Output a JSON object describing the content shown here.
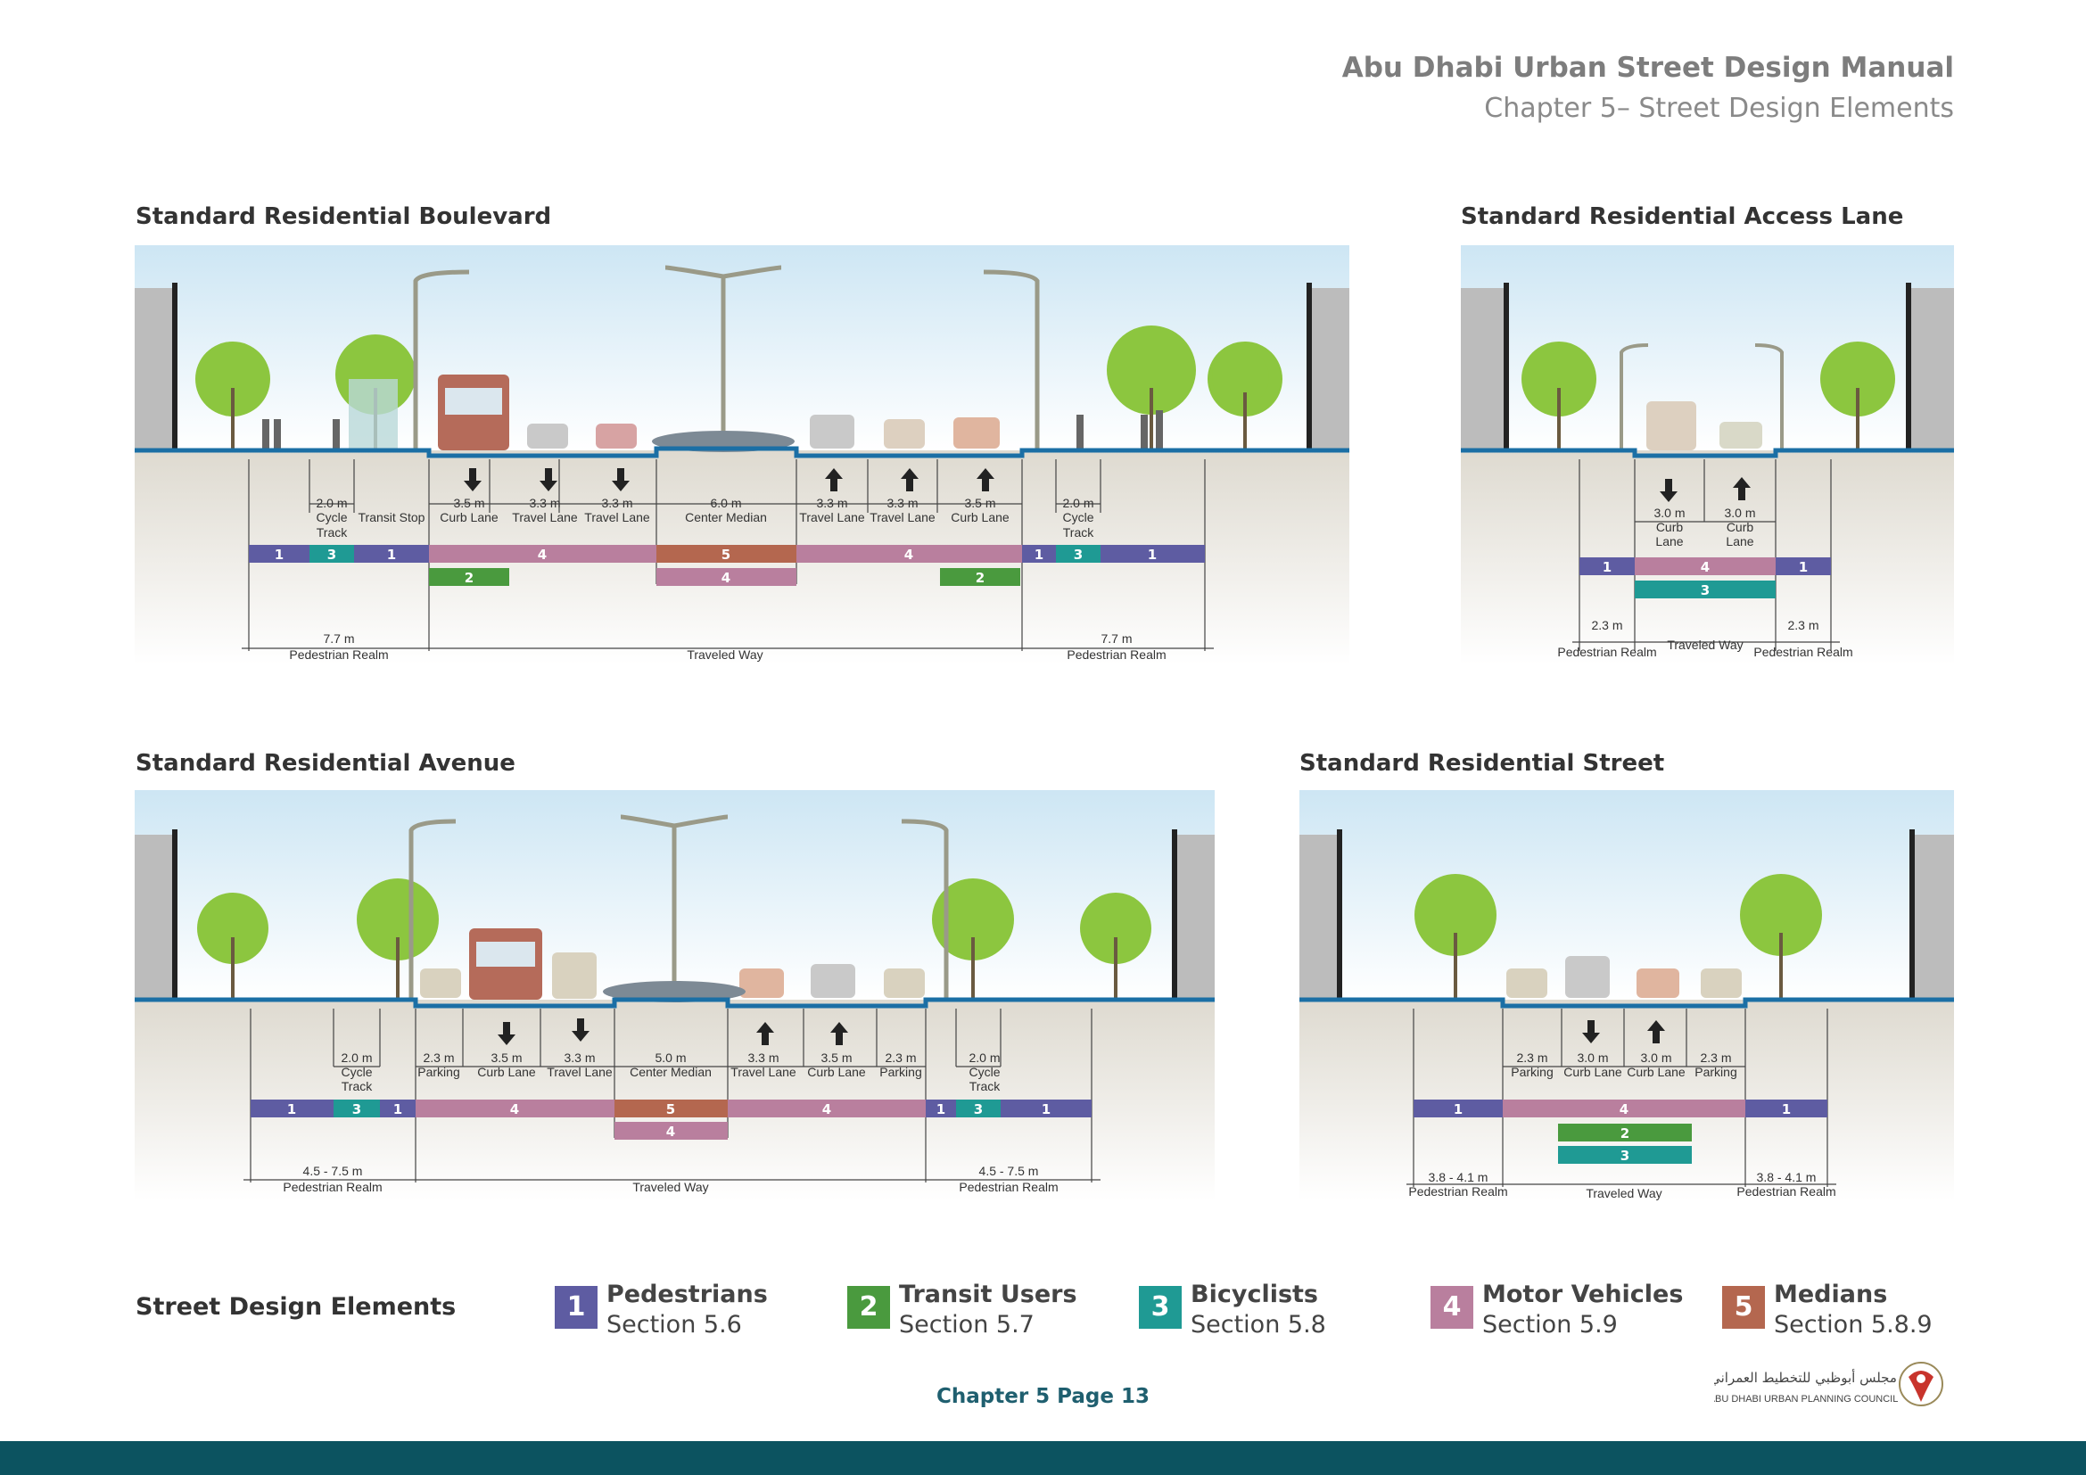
{
  "header": {
    "title": "Abu Dhabi Urban Street Design Manual",
    "subtitle": "Chapter 5– Street Design Elements"
  },
  "colors": {
    "pedestrians": "#5e5ca2",
    "transit": "#4a9a3e",
    "bicyclists": "#1f9a94",
    "motor": "#b97f9e",
    "medians": "#b4674f",
    "footer": "#0c5360"
  },
  "sections": {
    "boulevard": {
      "title": "Standard Residential Boulevard",
      "dims": [
        {
          "w": "2.0 m",
          "t1": "Cycle",
          "t2": "Track"
        },
        {
          "w": "",
          "t1": "Transit Stop",
          "t2": ""
        },
        {
          "w": "3.5 m",
          "t1": "Curb Lane",
          "t2": ""
        },
        {
          "w": "3.3 m",
          "t1": "Travel Lane",
          "t2": ""
        },
        {
          "w": "3.3 m",
          "t1": "Travel Lane",
          "t2": ""
        },
        {
          "w": "6.0 m",
          "t1": "Center Median",
          "t2": ""
        },
        {
          "w": "3.3 m",
          "t1": "Travel Lane",
          "t2": ""
        },
        {
          "w": "3.3 m",
          "t1": "Travel Lane",
          "t2": ""
        },
        {
          "w": "3.5 m",
          "t1": "Curb Lane",
          "t2": ""
        },
        {
          "w": "2.0 m",
          "t1": "Cycle",
          "t2": "Track"
        }
      ],
      "realms": [
        {
          "w": "7.7 m",
          "t": "Pedestrian Realm"
        },
        {
          "w": "",
          "t": "Traveled Way"
        },
        {
          "w": "7.7 m",
          "t": "Pedestrian Realm"
        }
      ]
    },
    "access_lane": {
      "title": "Standard Residential Access Lane",
      "dims": [
        {
          "w": "3.0 m",
          "t1": "Curb",
          "t2": "Lane"
        },
        {
          "w": "3.0 m",
          "t1": "Curb",
          "t2": "Lane"
        }
      ],
      "realms": [
        {
          "w": "2.3 m",
          "t": "Pedestrian Realm"
        },
        {
          "w": "",
          "t": "Traveled Way"
        },
        {
          "w": "2.3 m",
          "t": "Pedestrian Realm"
        }
      ]
    },
    "avenue": {
      "title": "Standard Residential Avenue",
      "dims": [
        {
          "w": "2.0 m",
          "t1": "Cycle",
          "t2": "Track"
        },
        {
          "w": "2.3 m",
          "t1": "Parking",
          "t2": ""
        },
        {
          "w": "3.5 m",
          "t1": "Curb Lane",
          "t2": ""
        },
        {
          "w": "3.3 m",
          "t1": "Travel Lane",
          "t2": ""
        },
        {
          "w": "5.0 m",
          "t1": "Center Median",
          "t2": ""
        },
        {
          "w": "3.3 m",
          "t1": "Travel Lane",
          "t2": ""
        },
        {
          "w": "3.5 m",
          "t1": "Curb Lane",
          "t2": ""
        },
        {
          "w": "2.3 m",
          "t1": "Parking",
          "t2": ""
        },
        {
          "w": "2.0 m",
          "t1": "Cycle",
          "t2": "Track"
        }
      ],
      "realms": [
        {
          "w": "4.5 - 7.5 m",
          "t": "Pedestrian Realm"
        },
        {
          "w": "",
          "t": "Traveled Way"
        },
        {
          "w": "4.5 - 7.5 m",
          "t": "Pedestrian Realm"
        }
      ]
    },
    "street": {
      "title": "Standard Residential Street",
      "dims": [
        {
          "w": "2.3 m",
          "t1": "Parking",
          "t2": ""
        },
        {
          "w": "3.0 m",
          "t1": "Curb Lane",
          "t2": ""
        },
        {
          "w": "3.0 m",
          "t1": "Curb Lane",
          "t2": ""
        },
        {
          "w": "2.3 m",
          "t1": "Parking",
          "t2": ""
        }
      ],
      "realms": [
        {
          "w": "3.8 - 4.1 m",
          "t": "Pedestrian Realm"
        },
        {
          "w": "",
          "t": "Traveled Way"
        },
        {
          "w": "3.8 - 4.1 m",
          "t": "Pedestrian Realm"
        }
      ]
    }
  },
  "legend": {
    "title": "Street Design Elements",
    "items": [
      {
        "num": "1",
        "name": "Pedestrians",
        "section": "Section 5.6"
      },
      {
        "num": "2",
        "name": "Transit Users",
        "section": "Section 5.7"
      },
      {
        "num": "3",
        "name": "Bicyclists",
        "section": "Section 5.8"
      },
      {
        "num": "4",
        "name": "Motor Vehicles",
        "section": "Section 5.9"
      },
      {
        "num": "5",
        "name": "Medians",
        "section": "Section 5.8.9"
      }
    ]
  },
  "footer": {
    "page": "Chapter 5 Page 13",
    "org_arabic": "مجلس أبوظبي للتخطيط العمراني",
    "org": "ABU DHABI URBAN PLANNING COUNCIL"
  }
}
